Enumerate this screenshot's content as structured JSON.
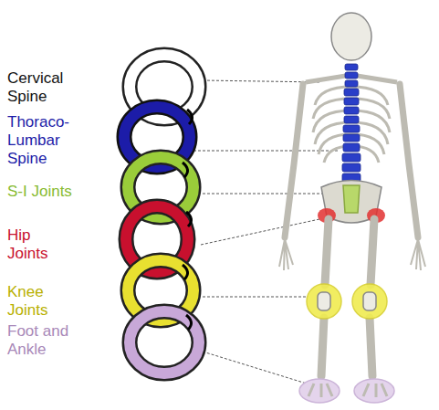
{
  "diagram": {
    "labels": [
      "Cervical Spine",
      "Thoraco-Lumbar Spine",
      "S-I Joints",
      "Hip Joints",
      "Knee Joints",
      "Foot and Ankle"
    ]
  }
}
